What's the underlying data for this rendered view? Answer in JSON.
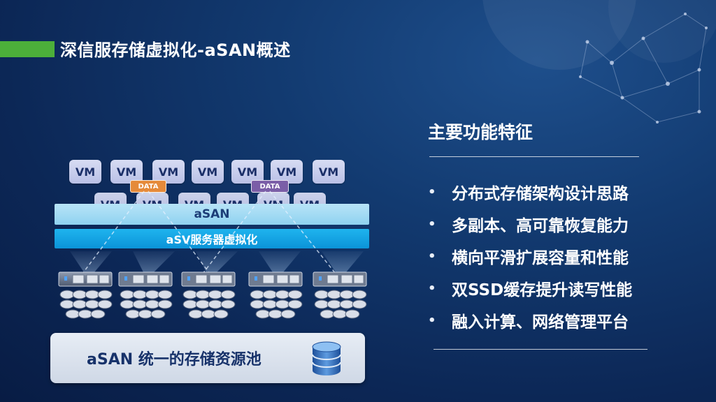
{
  "slide": {
    "title": "深信服存储虚拟化-aSAN概述"
  },
  "features": {
    "heading": "主要功能特征",
    "bullet": "•",
    "items": [
      "分布式存储架构设计思路",
      "多副本、高可靠恢复能力",
      "横向平滑扩展容量和性能",
      "双SSD缓存提升读写性能",
      "融入计算、网络管理平台"
    ]
  },
  "diagram": {
    "vm_label": "VM",
    "data_tag_label": "DATA",
    "asan_label": "aSAN",
    "asv_label": "aSV服务器虚拟化",
    "pool_label": "aSAN 统一的存储资源池",
    "colors": {
      "accent_green": "#4caf3a",
      "asan_bar": "#a7dbf3",
      "asv_bar": "#14a3e3",
      "data_orange": "#e58a3a",
      "data_purple": "#7b5ea7",
      "vm_box": "#c9cfee"
    },
    "icons": {
      "pool": "database-icon"
    }
  }
}
